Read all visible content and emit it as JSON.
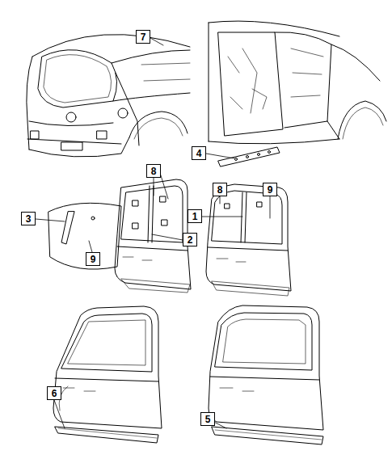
{
  "diagram": {
    "nodes": [
      {
        "text": [
          "7"
        ]
      },
      {
        "text": [
          "4"
        ]
      },
      {
        "text": [
          "8"
        ]
      },
      {
        "text": [
          "8"
        ]
      },
      {
        "text": [
          "9"
        ]
      },
      {
        "text": [
          "3"
        ]
      },
      {
        "text": [
          "1"
        ]
      },
      {
        "text": [
          "2"
        ]
      },
      {
        "text": [
          "9"
        ]
      },
      {
        "text": [
          "6"
        ]
      },
      {
        "text": [
          "5"
        ]
      }
    ]
  }
}
